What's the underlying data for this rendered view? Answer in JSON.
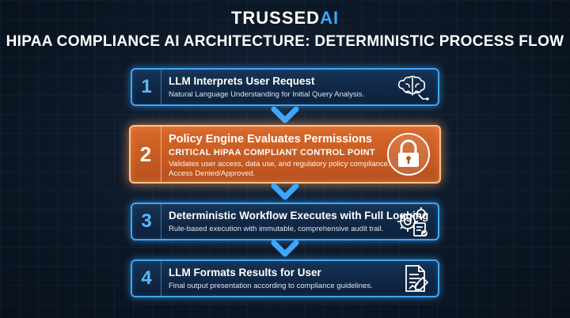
{
  "brand": {
    "name": "TRUSSED",
    "mark": "AI"
  },
  "title": "HIPAA COMPLIANCE AI ARCHITECTURE: DETERMINISTIC PROCESS FLOW",
  "steps": [
    {
      "number": "1",
      "heading": "LLM Interprets User Request",
      "description": "Natural Language Understanding for Initial Query Analysis.",
      "icon": "brain-icon"
    },
    {
      "number": "2",
      "heading": "Policy Engine Evaluates Permissions",
      "subheading": "CRITICAL HIPAA COMPLIANT CONTROL POINT",
      "description_line1": "Validates user access, data use, and regulatory policy compliance.",
      "description_line2": "Access Denied/Approved.",
      "icon": "lock-icon"
    },
    {
      "number": "3",
      "heading": "Deterministic Workflow Executes with Full Logging",
      "description": "Rule-based execution with immutable, comprehensive audit trail.",
      "icon": "gear-document-icon"
    },
    {
      "number": "4",
      "heading": "LLM Formats Results for User",
      "description": "Final output presentation according to compliance guidelines.",
      "icon": "report-document-icon"
    }
  ],
  "colors": {
    "accent": "#3ba7ff",
    "critical": "#d9692a",
    "background": "#0d1826"
  }
}
